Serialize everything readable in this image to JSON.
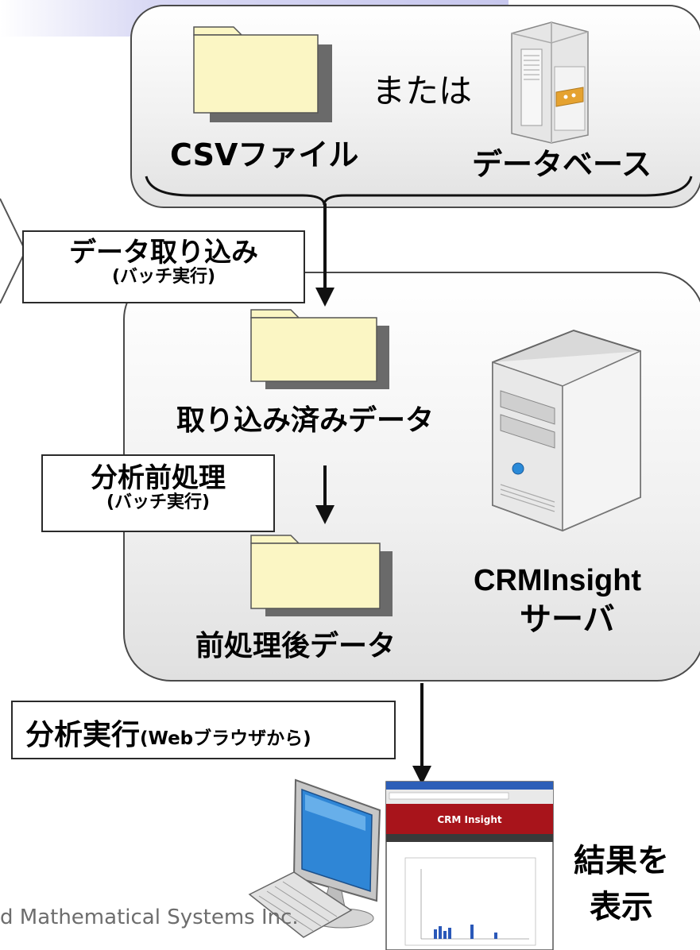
{
  "source": {
    "or_label": "または",
    "csv_label": "CSVファイル",
    "db_label": "データベース"
  },
  "steps": {
    "import": {
      "main": "データ取り込み",
      "sub": "(バッチ実行)"
    },
    "preprocess": {
      "main": "分析前処理",
      "sub": "(バッチ実行)"
    },
    "analyze": {
      "main": "分析実行",
      "sub": "(Webブラウザから)"
    }
  },
  "server": {
    "imported_data_label": "取り込み済みデータ",
    "preprocessed_data_label": "前処理後データ",
    "name_line1": "CRMInsight",
    "name_line2": "サーバ"
  },
  "client": {
    "result_line1": "結果を",
    "result_line2": "表示",
    "screenshot_title": "CRM Insight"
  },
  "footer": {
    "copyright": "d Mathematical Systems Inc."
  },
  "colors": {
    "folder_fill": "#fbf6c4",
    "panel_border": "#4a4a4a",
    "banner_red": "#a8141b",
    "monitor_screen": "#2f86d6",
    "server_led": "#2a8ad8",
    "db_badge": "#e5a230"
  },
  "icons": [
    "folder-icon",
    "database-server-icon",
    "tower-server-icon",
    "desktop-computer-icon",
    "web-screenshot-thumbnail"
  ]
}
